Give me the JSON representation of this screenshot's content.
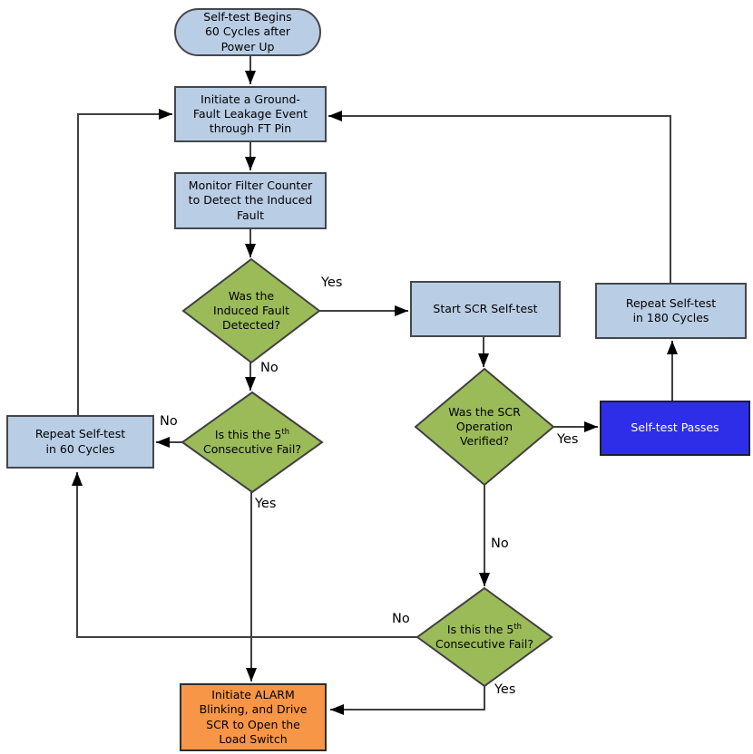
{
  "diagram_type": "flowchart",
  "nodes": {
    "start": {
      "shape": "terminator",
      "label": "Self-test Begins\n60 Cycles after\nPower Up"
    },
    "initiate_fault": {
      "shape": "process",
      "label": "Initiate a Ground-\nFault Leakage Event\nthrough FT Pin"
    },
    "monitor_filter": {
      "shape": "process",
      "label": "Monitor Filter Counter\nto Detect the Induced\nFault"
    },
    "fault_detected": {
      "shape": "decision",
      "label": "Was the\nInduced Fault\nDetected?"
    },
    "start_scr": {
      "shape": "process",
      "label": "Start SCR Self-test"
    },
    "scr_verified": {
      "shape": "decision",
      "label": "Was the SCR\nOperation\nVerified?"
    },
    "repeat_180": {
      "shape": "process",
      "label": "Repeat Self-test\nin 180 Cycles"
    },
    "self_test_passes": {
      "shape": "process",
      "label": "Self-test Passes"
    },
    "fifth_fail_left": {
      "shape": "decision",
      "label": "Is this the 5^th^\nConsecutive Fail?"
    },
    "repeat_60": {
      "shape": "process",
      "label": "Repeat Self-test\nin 60 Cycles"
    },
    "fifth_fail_right": {
      "shape": "decision",
      "label": "Is this the 5^th^\nConsecutive Fail?"
    },
    "alarm": {
      "shape": "process",
      "label": "Initiate ALARM\nBlinking, and Drive\nSCR to Open the\nLoad Switch"
    }
  },
  "edge_labels": {
    "fault_detected_yes": "Yes",
    "fault_detected_no": "No",
    "scr_verified_yes": "Yes",
    "scr_verified_no": "No",
    "fifth_fail_left_no": "No",
    "fifth_fail_left_yes": "Yes",
    "fifth_fail_right_no": "No",
    "fifth_fail_right_yes": "Yes"
  },
  "colors": {
    "process_fill": "#B9CDE5",
    "decision_fill": "#9BBB59",
    "pass_fill": "#2E2EE8",
    "pass_text": "#FFFFFF",
    "alarm_fill": "#F79646",
    "node_border": "#44474C",
    "connector": "#404040",
    "arrowhead": "#000000",
    "text": "#000000",
    "background": "#FFFFFF"
  }
}
